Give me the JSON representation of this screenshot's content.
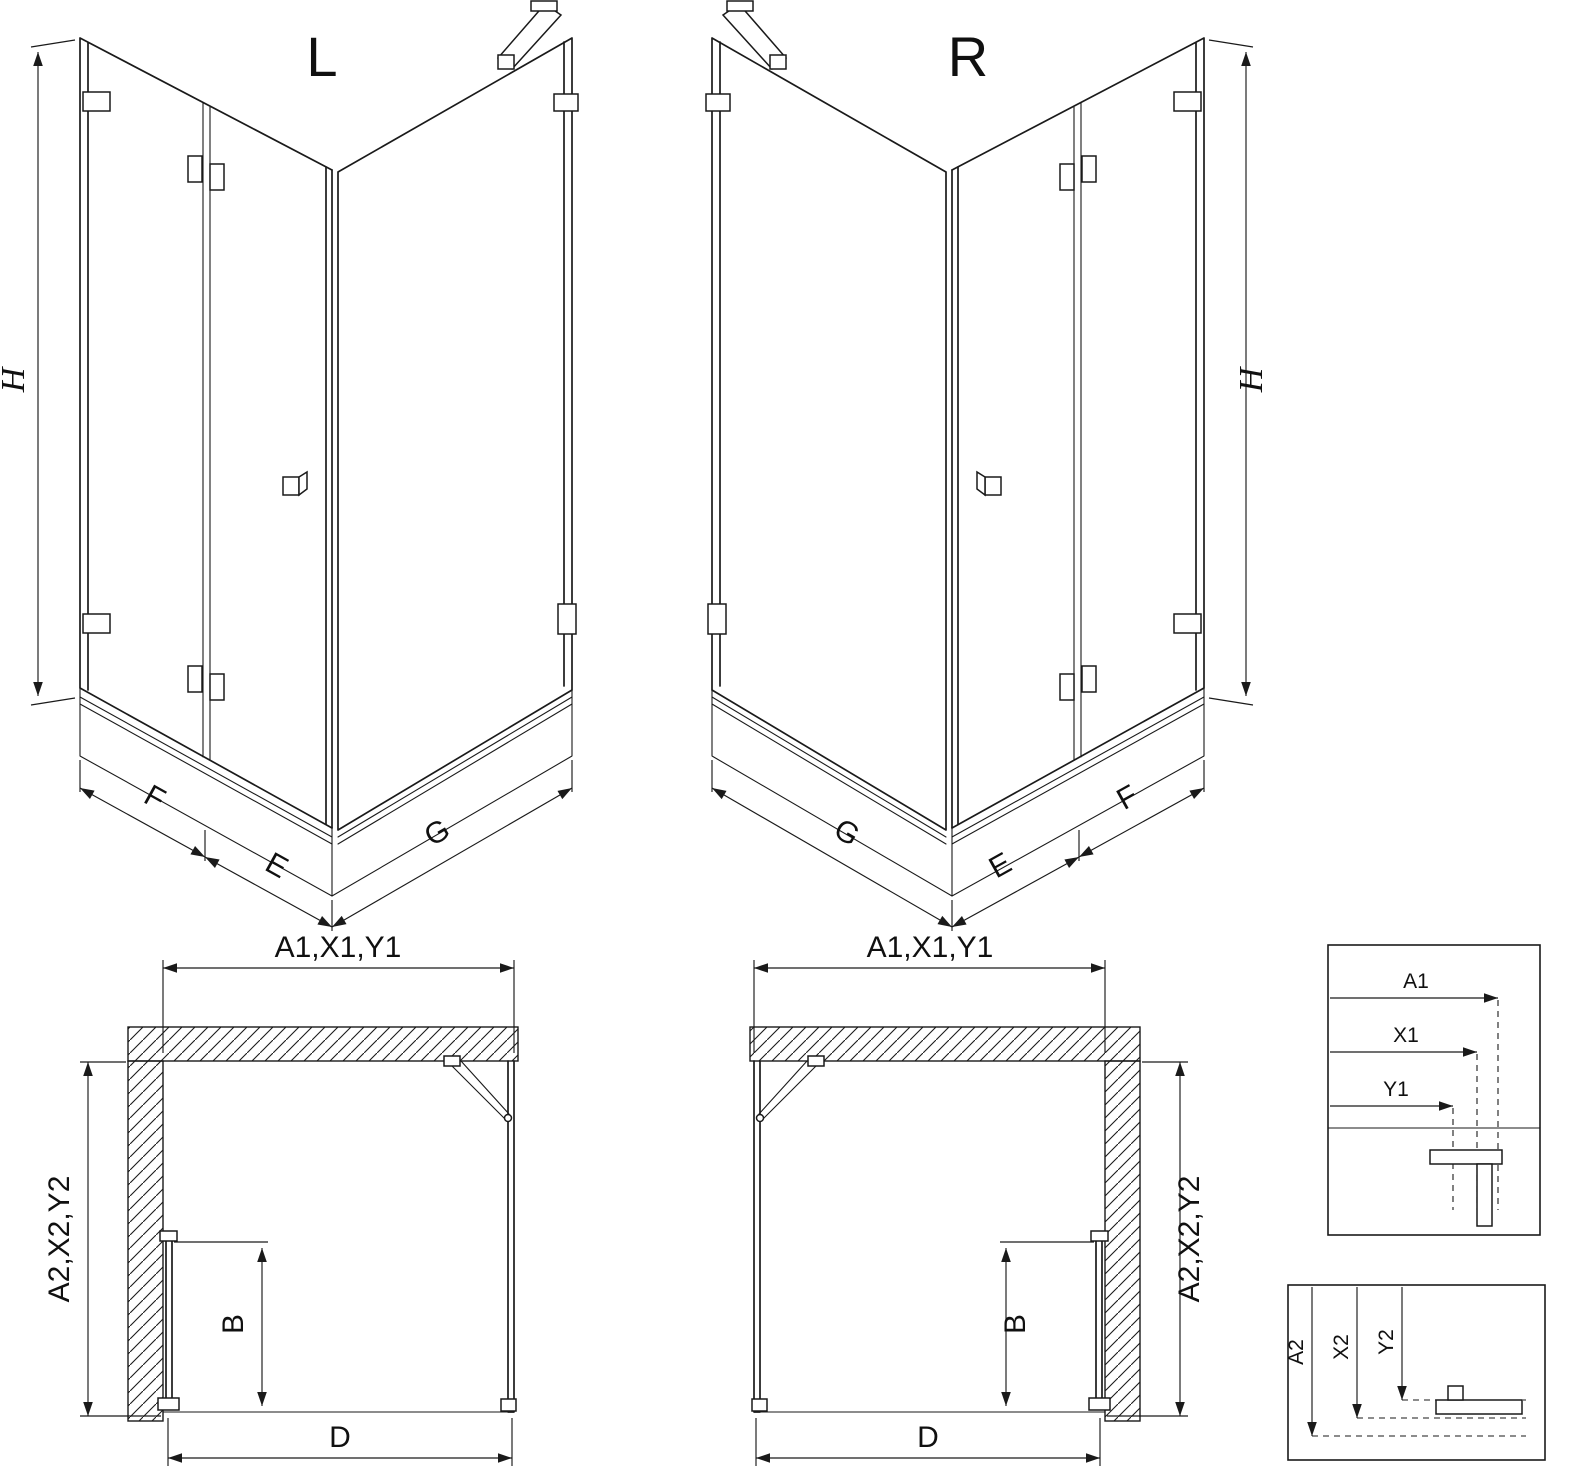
{
  "colors": {
    "line": "#1a1a1a",
    "background": "#ffffff"
  },
  "views": {
    "left_3d": {
      "title": "L",
      "dims": {
        "height": "H",
        "front_fixed": "F",
        "door": "E",
        "side": "G"
      }
    },
    "right_3d": {
      "title": "R",
      "dims": {
        "height": "H",
        "front_fixed": "F",
        "door": "E",
        "side": "G"
      }
    },
    "left_plan": {
      "dims": {
        "top": "A1,X1,Y1",
        "side": "A2,X2,Y2",
        "door": "B",
        "front": "D"
      }
    },
    "right_plan": {
      "dims": {
        "top": "A1,X1,Y1",
        "side": "A2,X2,Y2",
        "door": "B",
        "front": "D"
      }
    },
    "detail_top": {
      "rows": [
        "A1",
        "X1",
        "Y1"
      ]
    },
    "detail_bottom": {
      "rows": [
        "A2",
        "X2",
        "Y2"
      ]
    }
  }
}
